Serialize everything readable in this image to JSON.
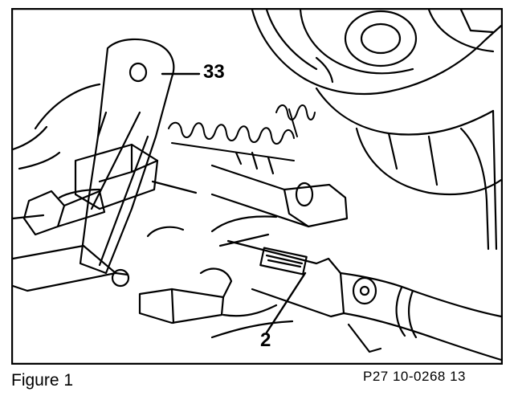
{
  "figure": {
    "caption": "Figure 1",
    "reference_code": "P27 10-0268 13"
  },
  "callouts": {
    "bracket_number": "33",
    "cable_number": "2"
  },
  "colors": {
    "ink": "#000000",
    "paper": "#ffffff"
  }
}
